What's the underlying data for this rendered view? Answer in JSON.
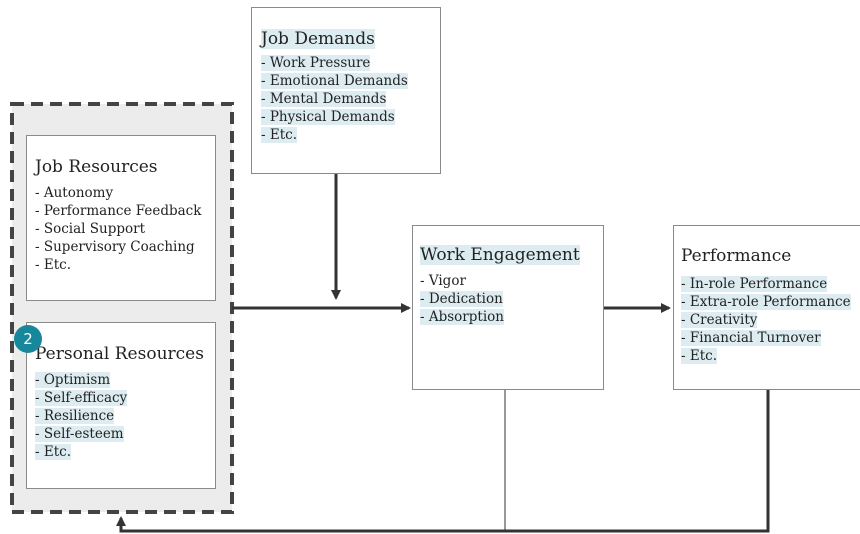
{
  "job_demands": {
    "title": "Job Demands",
    "items": [
      "- Work Pressure",
      "- Emotional Demands",
      "- Mental Demands",
      "- Physical Demands",
      "- Etc."
    ]
  },
  "job_resources": {
    "title": "Job Resources",
    "items": [
      "- Autonomy",
      "- Performance Feedback",
      "- Social Support",
      "- Supervisory Coaching",
      "- Etc."
    ]
  },
  "personal_resources": {
    "title": "Personal Resources",
    "items": [
      "- Optimism",
      "- Self-efficacy",
      "- Resilience",
      "- Self-esteem",
      "- Etc."
    ]
  },
  "work_engagement": {
    "title": "Work Engagement",
    "items": [
      "- Vigor",
      "- Dedication",
      "- Absorption"
    ]
  },
  "performance": {
    "title": "Performance",
    "items": [
      "- In-role Performance",
      "- Extra-role Performance",
      "- Creativity",
      "- Financial Turnover",
      "- Etc."
    ]
  },
  "badge": {
    "label": "2",
    "color": "#17879b"
  },
  "highlight_color": "#dcecf1"
}
